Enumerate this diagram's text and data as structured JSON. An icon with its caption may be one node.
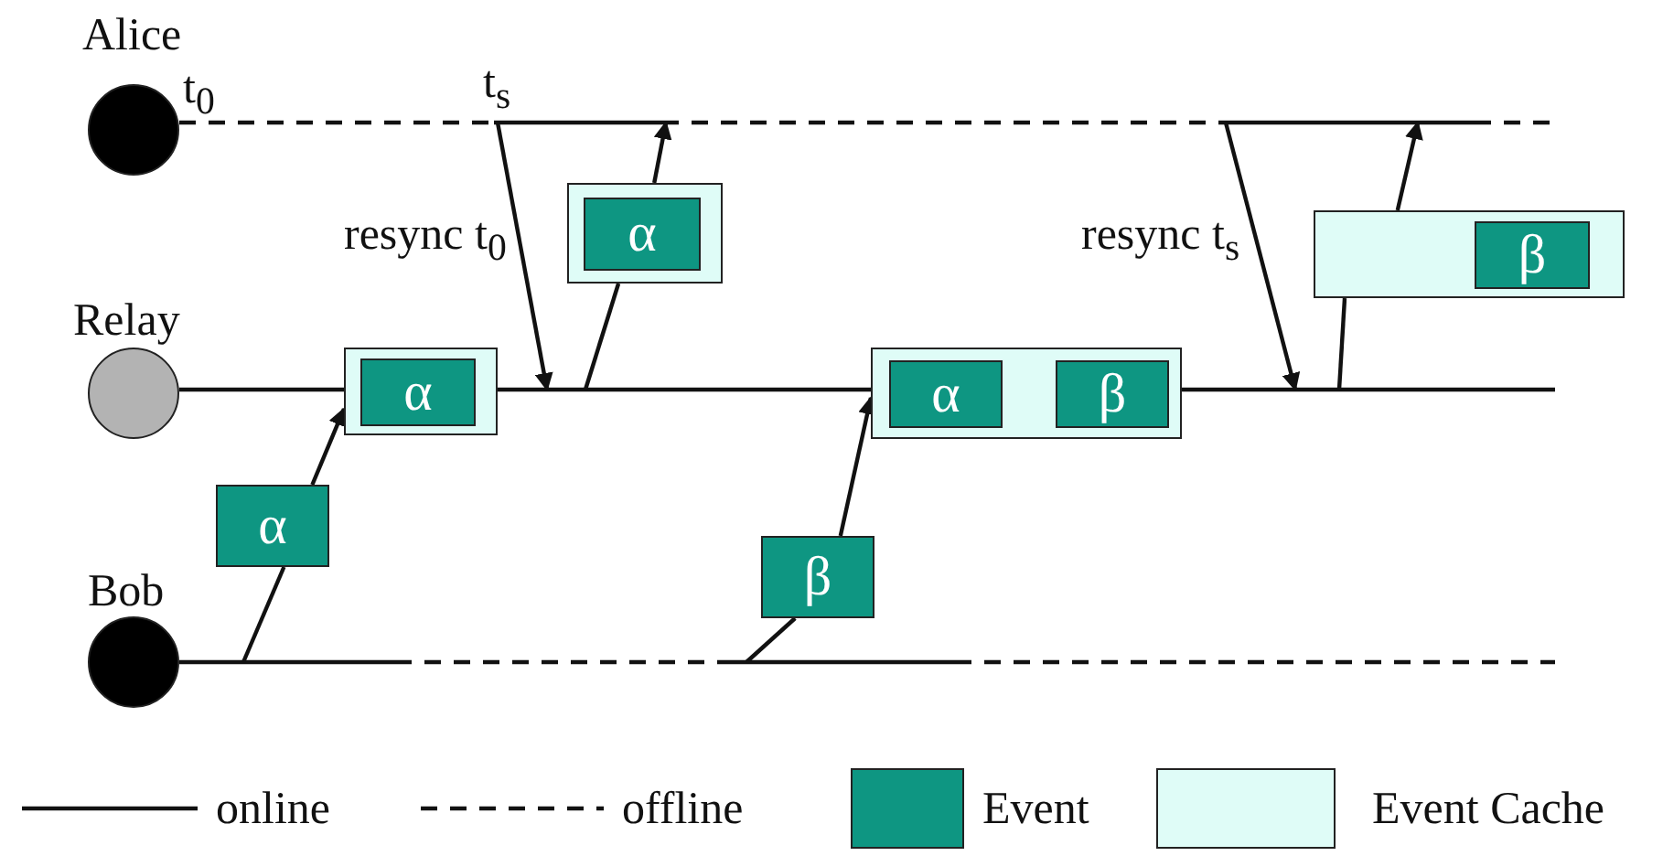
{
  "diagram": {
    "nodes": [
      {
        "text": [
          "Alice"
        ]
      },
      {
        "text": [],
        "shape": "bar"
      },
      {
        "text": [],
        "shape": "box"
      },
      {
        "text": [
          "α"
        ],
        "in": 2
      },
      {
        "text": [],
        "shape": "box"
      },
      {
        "text": [
          "β"
        ],
        "in": 4
      },
      {
        "text": [
          "Relay"
        ]
      },
      {
        "text": [],
        "shape": "bar"
      },
      {
        "text": [],
        "shape": "box"
      },
      {
        "text": [
          "α"
        ],
        "in": 8
      },
      {
        "text": [],
        "shape": "box"
      },
      {
        "text": [
          "α"
        ],
        "in": 10
      },
      {
        "text": [
          "β"
        ],
        "in": 10
      },
      {
        "text": [
          "α"
        ]
      },
      {
        "text": [
          "β"
        ]
      },
      {
        "text": [
          "Bob"
        ]
      },
      {
        "text": [],
        "shape": "bar"
      }
    ],
    "edges": [
      {
        "from": 16,
        "to": 13,
        "arrow": "none"
      },
      {
        "from": 13,
        "to": 8,
        "arrow": "to"
      },
      {
        "from": 1,
        "to": 7,
        "arrow": "to",
        "label": "resync t$_{0}$"
      },
      {
        "from": 7,
        "to": 2,
        "arrow": "none"
      },
      {
        "from": 2,
        "to": 1,
        "arrow": "to"
      },
      {
        "from": 16,
        "to": 14,
        "arrow": "none"
      },
      {
        "from": 14,
        "to": 10,
        "arrow": "to"
      },
      {
        "from": 1,
        "to": 7,
        "arrow": "to",
        "label": "resync t$_{s}$"
      },
      {
        "from": 7,
        "to": 4,
        "arrow": "none"
      },
      {
        "from": 4,
        "to": 1,
        "arrow": "to"
      }
    ],
    "labels": [
      "t$_{0}$",
      "t$_{s}$"
    ],
    "legend": [
      {
        "text": "online"
      },
      {
        "text": "offline"
      },
      {
        "text": "Event",
        "color": "#0e9682"
      },
      {
        "text": "Event Cache",
        "color": "#dffcf7"
      }
    ]
  }
}
